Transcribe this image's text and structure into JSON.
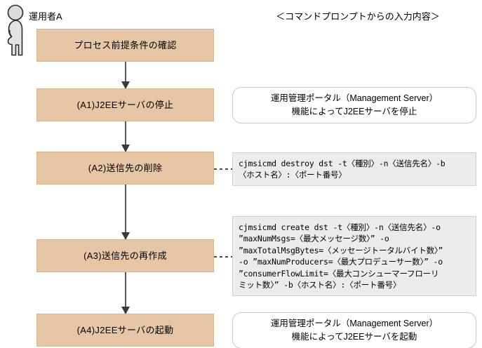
{
  "actor": {
    "icon": "standing-person-icon",
    "label": "運用者A"
  },
  "column_header": "＜コマンドプロンプトからの入力内容＞",
  "colors": {
    "process_fill": "#e6c6a4",
    "process_border": "#d9b58f",
    "command_fill": "#ececec",
    "command_border": "#d2d2d2",
    "note_fill": "#ffffff",
    "note_border": "#c9c9c9",
    "arrow": "#595959",
    "dash": "#4a4a4a"
  },
  "process_steps": [
    {
      "id": "step-precondition",
      "label": "プロセス前提条件の確認"
    },
    {
      "id": "step-a1",
      "label": "(A1)J2EEサーバの停止"
    },
    {
      "id": "step-a2",
      "label": "(A2)送信先の削除"
    },
    {
      "id": "step-a3",
      "label": "(A3)送信先の再作成"
    },
    {
      "id": "step-a4",
      "label": "(A4)J2EEサーバの起動"
    }
  ],
  "notes": {
    "a1": {
      "type": "rounded",
      "lines": [
        "運用管理ポータル（Management Server）",
        "機能によってJ2EEサーバを停止"
      ]
    },
    "a2": {
      "type": "command",
      "lines": [
        "cjmsicmd destroy dst -t〈種別〉-n〈送信先名〉-b",
        "〈ホスト名〉:〈ポート番号〉"
      ]
    },
    "a3": {
      "type": "command",
      "lines": [
        "cjmsicmd create dst -t〈種別〉-n〈送信先名〉-o",
        "”maxNumMsgs=〈最大メッセージ数〉” -o",
        "”maxTotalMsgBytes=〈メッセージトータルバイト数〉”",
        "-o ”maxNumProducers=〈最大プロデューサー数〉” -o",
        "”consumerFlowLimit=〈最大コンシューマーフローリ",
        "ミット数〉” -b〈ホスト名〉:〈ポート番号〉"
      ]
    },
    "a4": {
      "type": "rounded",
      "lines": [
        "運用管理ポータル（Management Server）",
        "機能によってJ2EEサーバを起動"
      ]
    }
  }
}
